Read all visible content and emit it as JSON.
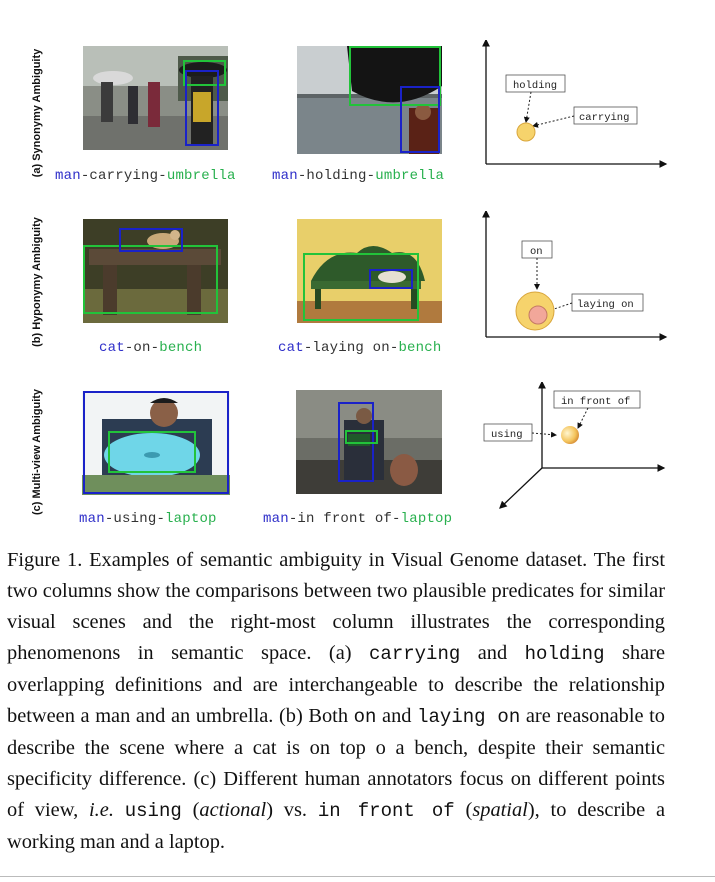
{
  "rows": [
    {
      "label": "(a) Synonymy Ambiguity",
      "left_caption": {
        "subject": "man",
        "predicate": "carrying",
        "object": "umbrella"
      },
      "right_caption": {
        "subject": "man",
        "predicate": "holding",
        "object": "umbrella"
      },
      "diagram_labels": [
        "holding",
        "carrying"
      ]
    },
    {
      "label": "(b) Hyponymy Ambiguity",
      "left_caption": {
        "subject": "cat",
        "predicate": "on",
        "object": "bench"
      },
      "right_caption": {
        "subject": "cat",
        "predicate": "laying on",
        "object": "bench"
      },
      "diagram_labels": [
        "on",
        "laying on"
      ]
    },
    {
      "label": "(c) Multi-view Ambiguity",
      "left_caption": {
        "subject": "man",
        "predicate": "using",
        "object": "laptop"
      },
      "right_caption": {
        "subject": "man",
        "predicate": "in front of",
        "object": "laptop"
      },
      "diagram_labels": [
        "in front of",
        "using"
      ]
    }
  ],
  "figure_caption": {
    "p1": "Figure 1. Examples of semantic ambiguity in Visual Genome dataset. The first two columns show the comparisons between two plausible predicates for similar visual scenes and the right-most column illustrates the corresponding phenomenons in semantic space. (a) ",
    "m1": "carrying",
    "p2": " and ",
    "m2": "holding",
    "p3": " share overlapping definitions and are interchangeable to describe the relationship between a man and an umbrella. (b) Both ",
    "m3": "on",
    "p4": " and ",
    "m4": "laying on",
    "p5": " are reasonable to describe the scene where a cat is on top o a bench, despite their semantic specificity difference. (c) Different human annotators focus on different points of view, ",
    "ie": "i.e.",
    "p6": " ",
    "m5": "using",
    "p7": " (",
    "i1": "actional",
    "p8": ") vs. ",
    "m6": "in front of",
    "p9": " (",
    "i2": "spatial",
    "p10": "), to describe a working man and a laptop."
  }
}
